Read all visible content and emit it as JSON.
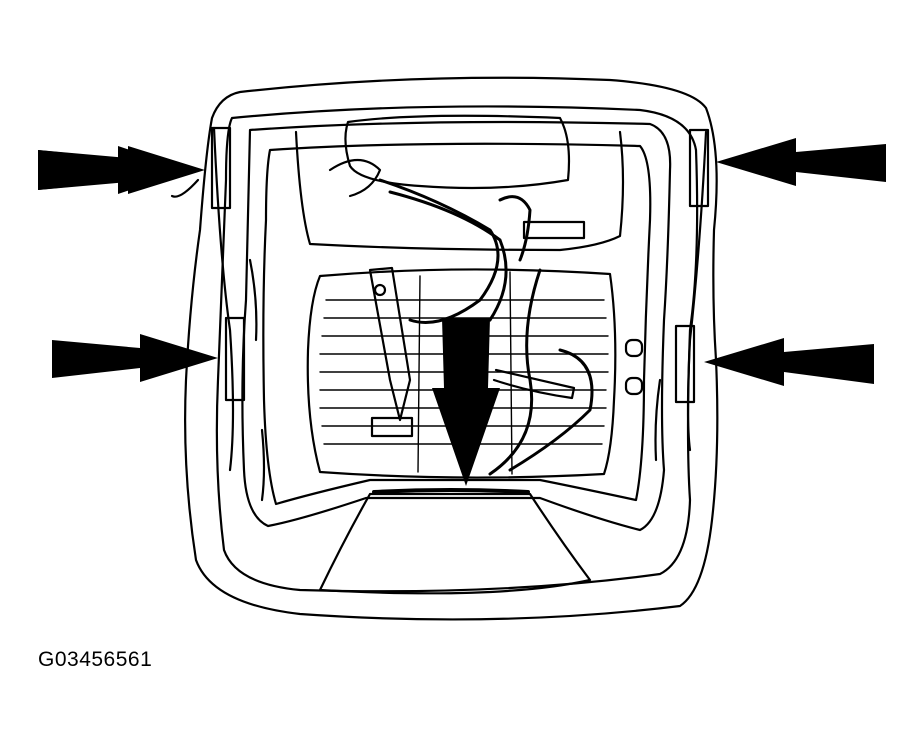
{
  "figure": {
    "id_label": "G03456561",
    "subject": "seat-cushion-underside",
    "arrows": [
      {
        "name": "upper-left-clip-arrow",
        "direction": "right"
      },
      {
        "name": "lower-left-clip-arrow",
        "direction": "right"
      },
      {
        "name": "upper-right-clip-arrow",
        "direction": "left"
      },
      {
        "name": "lower-right-clip-arrow",
        "direction": "left"
      },
      {
        "name": "center-removal-arrow",
        "direction": "down"
      }
    ],
    "colors": {
      "ink": "#000000",
      "paper": "#ffffff"
    }
  }
}
